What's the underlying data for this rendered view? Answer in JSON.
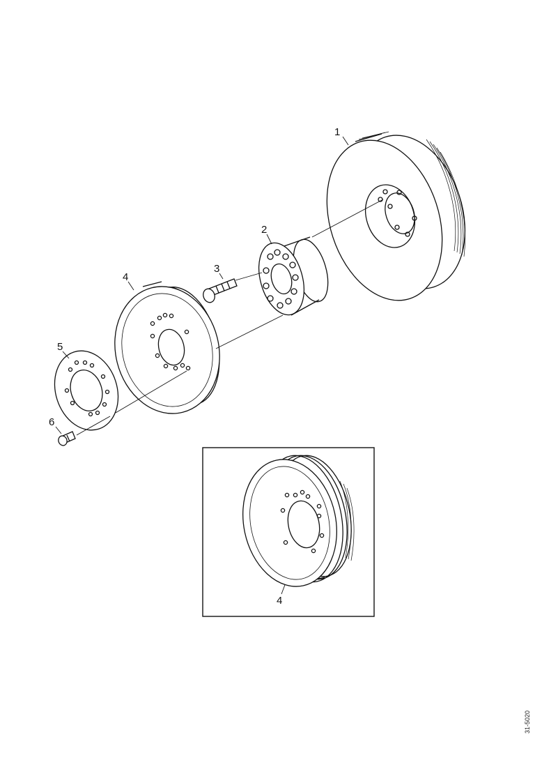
{
  "labels": {
    "part_1": "1",
    "part_2": "2",
    "part_3": "3",
    "part_4": "4",
    "part_5": "5",
    "part_6": "6",
    "inset_part_4": "4"
  },
  "figure_ref": "31-5020",
  "colors": {
    "line": "#111111",
    "background": "#ffffff"
  }
}
